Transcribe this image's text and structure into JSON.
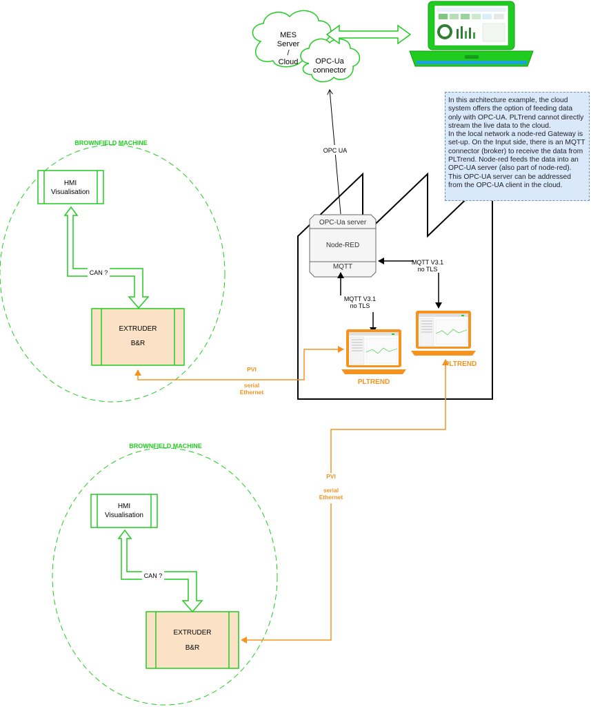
{
  "mes_cloud": {
    "line1": "MES",
    "line2": "Server",
    "line3": "/",
    "line4": "Cloud"
  },
  "opcua_connector": {
    "line1": "OPC-Ua",
    "line2": "connector"
  },
  "labels": {
    "opc_ua": "OPC UA",
    "mqtt_top_line1": "MQTT  V3.1",
    "mqtt_top_line2": "no TLS",
    "mqtt_bottom_line1": "MQTT  V3.1",
    "mqtt_bottom_line2": "no TLS"
  },
  "node_red": {
    "top": "OPC-Ua server",
    "middle": "Node-RED",
    "bottom": "MQTT"
  },
  "note": "In this architecture example, the cloud system offers the option of feeding data only with OPC-UA. PLTrend cannot directly stream the live data to the cloud.\nIn the local network a node-red Gateway is set-up. On the Input side, there is an MQTT connector (broker) to receive the data from PLTrend. Node-red feeds the data into an OPC-UA server (also part of node-red).\nThis OPC-UA server can be addressed from the OPC-UA client in the cloud.",
  "laptops": {
    "left_label": "PLTREND",
    "right_label": "PLTREND"
  },
  "machine1": {
    "title": "BROWNFIELD MACHINE",
    "hmi_line1": "HMI",
    "hmi_line2": "Visualisation",
    "can": "CAN ?",
    "extruder_line1": "EXTRUDER",
    "extruder_line2": "B&R",
    "link_line1": "PVI",
    "link_line2": "serial",
    "link_line3": "Ethernet"
  },
  "machine2": {
    "title": "BROWNFIELD MACHINE",
    "hmi_line1": "HMI",
    "hmi_line2": "Visualisation",
    "can": "CAN ?",
    "extruder_line1": "EXTRUDER",
    "extruder_line2": "B&R",
    "link_line1": "PVI",
    "link_line2": "serial",
    "link_line3": "Ethernet"
  },
  "colors": {
    "green": "#1fcc1f",
    "orange": "#f7921e",
    "extruder_fill": "#fbe1c6",
    "note_fill": "#dae8fc",
    "laptop_blue": "#1ba1e2"
  }
}
